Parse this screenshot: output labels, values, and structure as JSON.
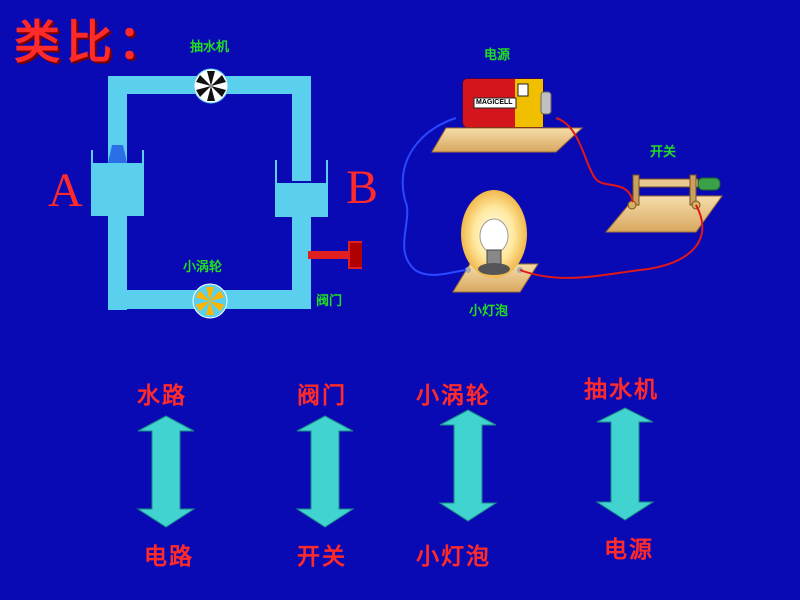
{
  "title": "类比：",
  "water": {
    "pump_label": "抽水机",
    "turbine_label": "小涡轮",
    "valve_label": "阀门",
    "left_label": "A",
    "right_label": "B"
  },
  "circuit": {
    "battery_label": "电源",
    "battery_brand": "MAGICELL",
    "switch_label": "开关",
    "bulb_label": "小灯泡"
  },
  "analogies": [
    {
      "top": "水路",
      "bottom": "电路"
    },
    {
      "top": "阀门",
      "bottom": "开关"
    },
    {
      "top": "小涡轮",
      "bottom": "小灯泡"
    },
    {
      "top": "抽水机",
      "bottom": "电源"
    }
  ]
}
